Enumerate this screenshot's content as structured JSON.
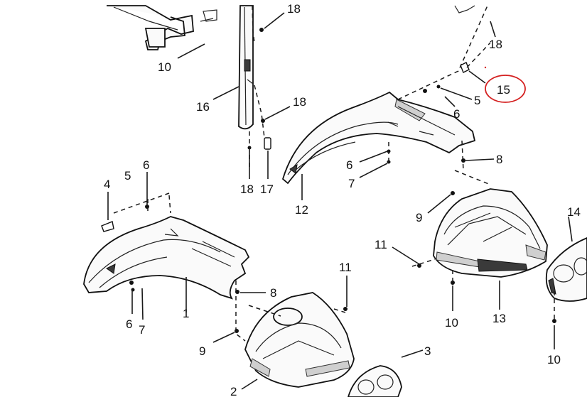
{
  "diagram": {
    "labels": {
      "l18a": "18",
      "l10a": "10",
      "l16": "16",
      "l18b": "18",
      "l18c": "18",
      "l17": "17",
      "l18d": "18",
      "l15": "15",
      "l5a": "5",
      "l6a": "6",
      "l6b": "6",
      "l7a": "7",
      "l8a": "8",
      "l12": "12",
      "l4": "4",
      "l5b": "5",
      "l6c": "6",
      "l9a": "9",
      "l14": "14",
      "l11a": "11",
      "l13": "13",
      "l10b": "10",
      "l11b": "11",
      "l8b": "8",
      "l1": "1",
      "l6d": "6",
      "l7b": "7",
      "l10c": "10",
      "l9b": "9",
      "l3": "3",
      "l2": "2"
    },
    "highlight": {
      "target": "15",
      "color": "#d42020"
    }
  }
}
